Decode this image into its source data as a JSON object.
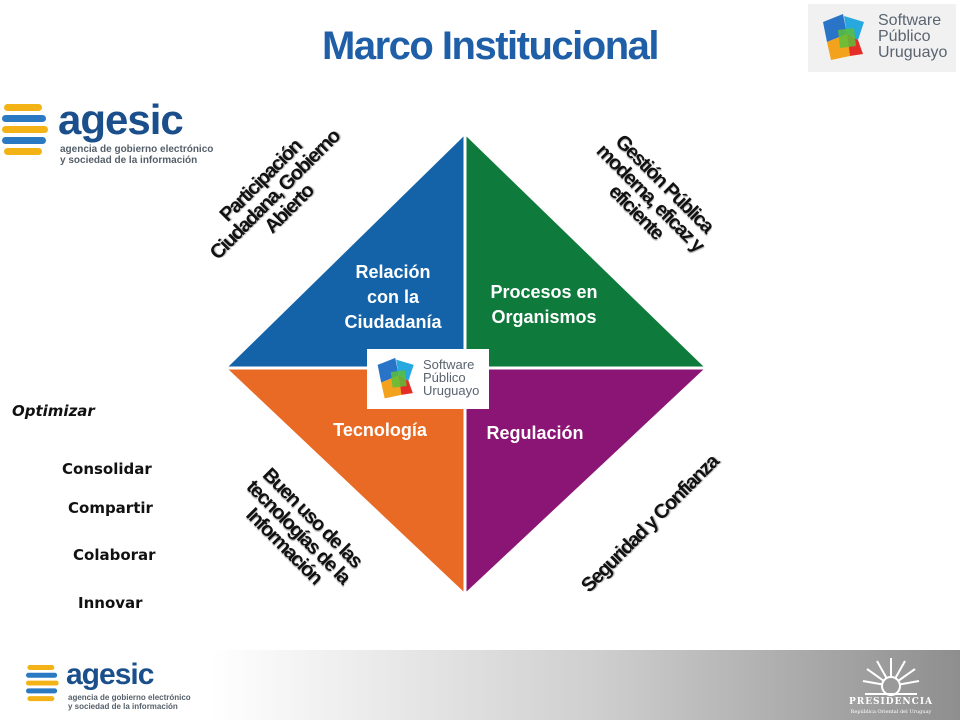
{
  "title": "Marco Institucional",
  "spu_logo": {
    "line1": "Software",
    "line2": "Público",
    "line3": "Uruguayo"
  },
  "agesic_logo": {
    "name": "agesic",
    "sub1": "agencia de gobierno electrónico",
    "sub2": "y sociedad de la información"
  },
  "quadrants": {
    "top_left": {
      "label_lines": [
        "Relación",
        "con la",
        "Ciudadanía"
      ],
      "color": "#1463a8"
    },
    "top_right": {
      "label_lines": [
        "Procesos en",
        "Organismos"
      ],
      "color": "#0e7a3b"
    },
    "bottom_left": {
      "label": "Tecnología",
      "color": "#e86a24"
    },
    "bottom_right": {
      "label": "Regulación",
      "color": "#8b1574"
    }
  },
  "diagonal_texts": {
    "top_left": [
      "Participación",
      "Ciudadana, Gobierno",
      "Abierto"
    ],
    "top_right": [
      "Gestión Pública",
      "moderna, eficaz y",
      "eficiente"
    ],
    "bottom_left": [
      "Buen uso de las",
      "tecnologías de la",
      "Información"
    ],
    "bottom_right": [
      "Seguridad y Confianza"
    ]
  },
  "side_words": [
    "Optimizar",
    "Consolidar",
    "Compartir",
    "Colaborar",
    "Innovar"
  ],
  "presidencia": {
    "name": "PRESIDENCIA",
    "sub": "República Oriental del Uruguay"
  }
}
